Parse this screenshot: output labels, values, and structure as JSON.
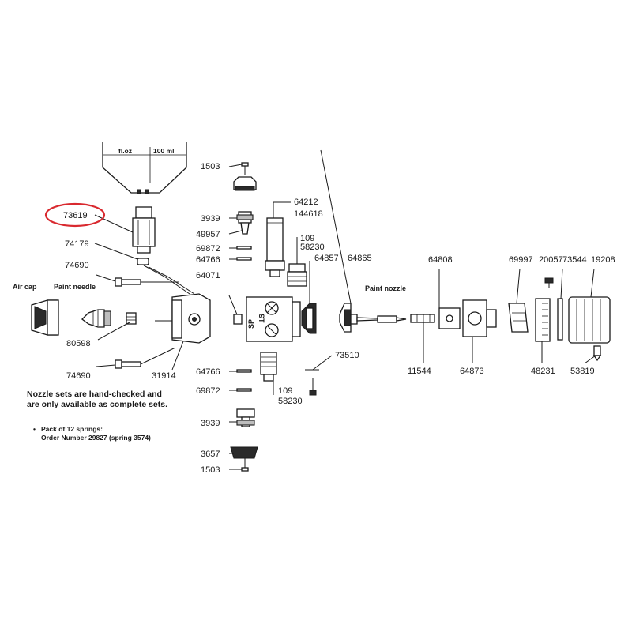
{
  "captions": {
    "air_cap": "Air cap",
    "paint_needle": "Paint needle",
    "paint_nozzle": "Paint nozzle"
  },
  "cup_marks": {
    "floz": "fl.oz",
    "ml": "100 ml"
  },
  "body_marks": {
    "st": "ST",
    "sp": "SP"
  },
  "part_numbers": {
    "p73619": "73619",
    "p74179": "74179",
    "p74690_top": "74690",
    "p80598": "80598",
    "p74690_bottom": "74690",
    "p31914": "31914",
    "p1503_top": "1503",
    "p3939_top": "3939",
    "p49957": "49957",
    "p69872_top": "69872",
    "p64766_top": "64766",
    "p64071": "64071",
    "p64212": "64212",
    "p144618": "144618",
    "p109_top": "109",
    "p58230_top": "58230",
    "p64857": "64857",
    "p64865": "64865",
    "p64766_bottom": "64766",
    "p69872_bottom": "69872",
    "p109_bottom": "109",
    "p58230_bottom": "58230",
    "p3939_bottom": "3939",
    "p3657": "3657",
    "p1503_bottom": "1503",
    "p73510": "73510",
    "p64808": "64808",
    "p11544": "11544",
    "p64873": "64873",
    "p69997": "69997",
    "p20057": "20057",
    "p73544": "73544",
    "p19208": "19208",
    "p48231": "48231",
    "p53819": "53819"
  },
  "notes": {
    "nozzle_sets_line1": "Nozzle sets are hand-checked and",
    "nozzle_sets_line2": "are only available as complete sets.",
    "springs_line1": "Pack of 12 springs:",
    "springs_line2": "Order Number 29827 (spring 3574)"
  },
  "highlight": {
    "target": "73619",
    "color": "#d9292f"
  }
}
